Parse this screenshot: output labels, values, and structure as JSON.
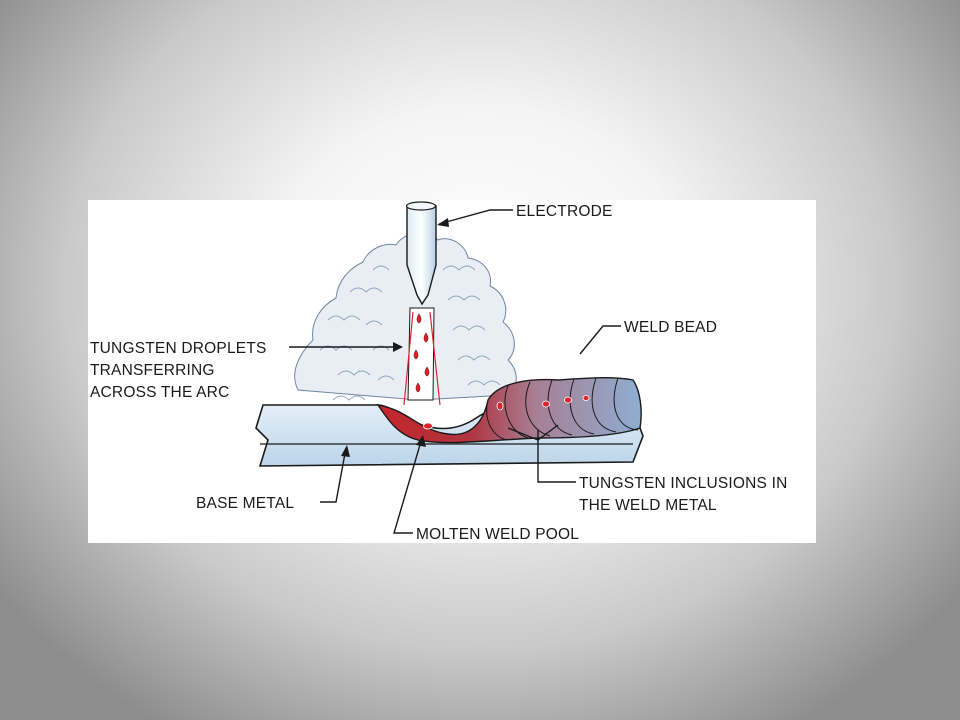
{
  "diagram": {
    "labels": {
      "electrode": "ELECTRODE",
      "weld_bead": "WELD BEAD",
      "tungsten_droplets": [
        "TUNGSTEN DROPLETS",
        "TRANSFERRING",
        "ACROSS THE ARC"
      ],
      "base_metal": "BASE METAL",
      "molten_weld_pool": "MOLTEN WELD POOL",
      "tungsten_inclusions": [
        "TUNGSTEN INCLUSIONS IN",
        "THE WELD METAL"
      ]
    },
    "colors": {
      "base_metal": "#cfe2f1",
      "outline": "#1a1a1a",
      "weld_hot": "#c4262c",
      "weld_cool": "#8eaed0",
      "shielding_gas": "#e8edf4",
      "droplet": "#d8262c"
    }
  }
}
